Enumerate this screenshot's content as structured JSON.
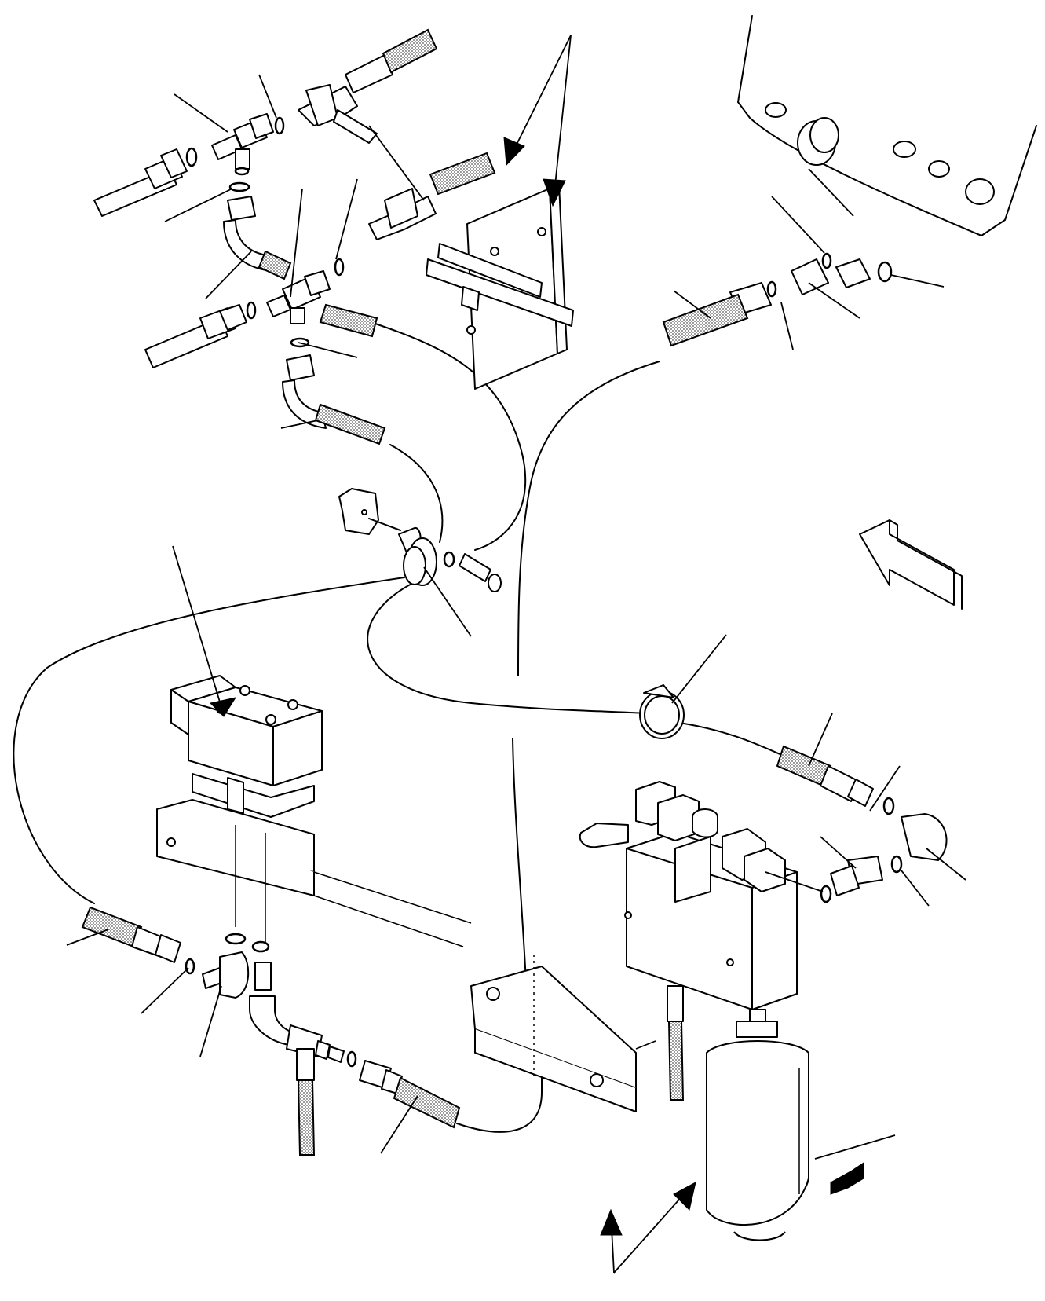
{
  "colors": {
    "ink": "#000000",
    "paper": "#ffffff",
    "hatch": "#9a9a9a"
  },
  "diagram": {
    "kind": "exploded parts drawing",
    "components": [
      "tee-fitting-upper",
      "tee-fitting-lower",
      "elbow-upper",
      "elbow-lower",
      "hose-clamp-bracket",
      "band-clip",
      "solenoid-valve-block",
      "accumulator",
      "pilot-valve-block",
      "tank-port-panel",
      "direction-arrow"
    ]
  }
}
